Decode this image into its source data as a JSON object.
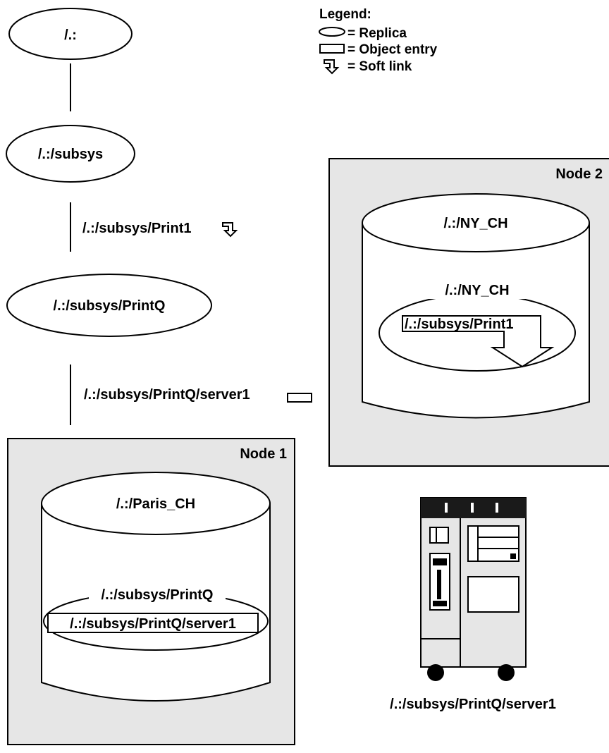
{
  "legend": {
    "title": "Legend:",
    "replica": "= Replica",
    "object_entry": "= Object entry",
    "soft_link": "= Soft link"
  },
  "hierarchy": {
    "root": "/.:",
    "subsys": "/.:/subsys",
    "printq": "/.:/subsys/PrintQ",
    "print1_link": "/.:/subsys/Print1",
    "server1_link": "/.:/subsys/PrintQ/server1"
  },
  "node1": {
    "title": "Node 1",
    "clearinghouse": "/.:/Paris_CH",
    "directory": "/.:/subsys/PrintQ",
    "entry": "/.:/subsys/PrintQ/server1"
  },
  "node2": {
    "title": "Node 2",
    "clearinghouse": "/.:/NY_CH",
    "directory": "/.:/NY_CH",
    "entry": "/.:/subsys/Print1"
  },
  "server": {
    "caption": "/.:/subsys/PrintQ/server1"
  },
  "colors": {
    "node_fill": "#e6e6e6",
    "line": "#000000",
    "background": "#ffffff"
  }
}
